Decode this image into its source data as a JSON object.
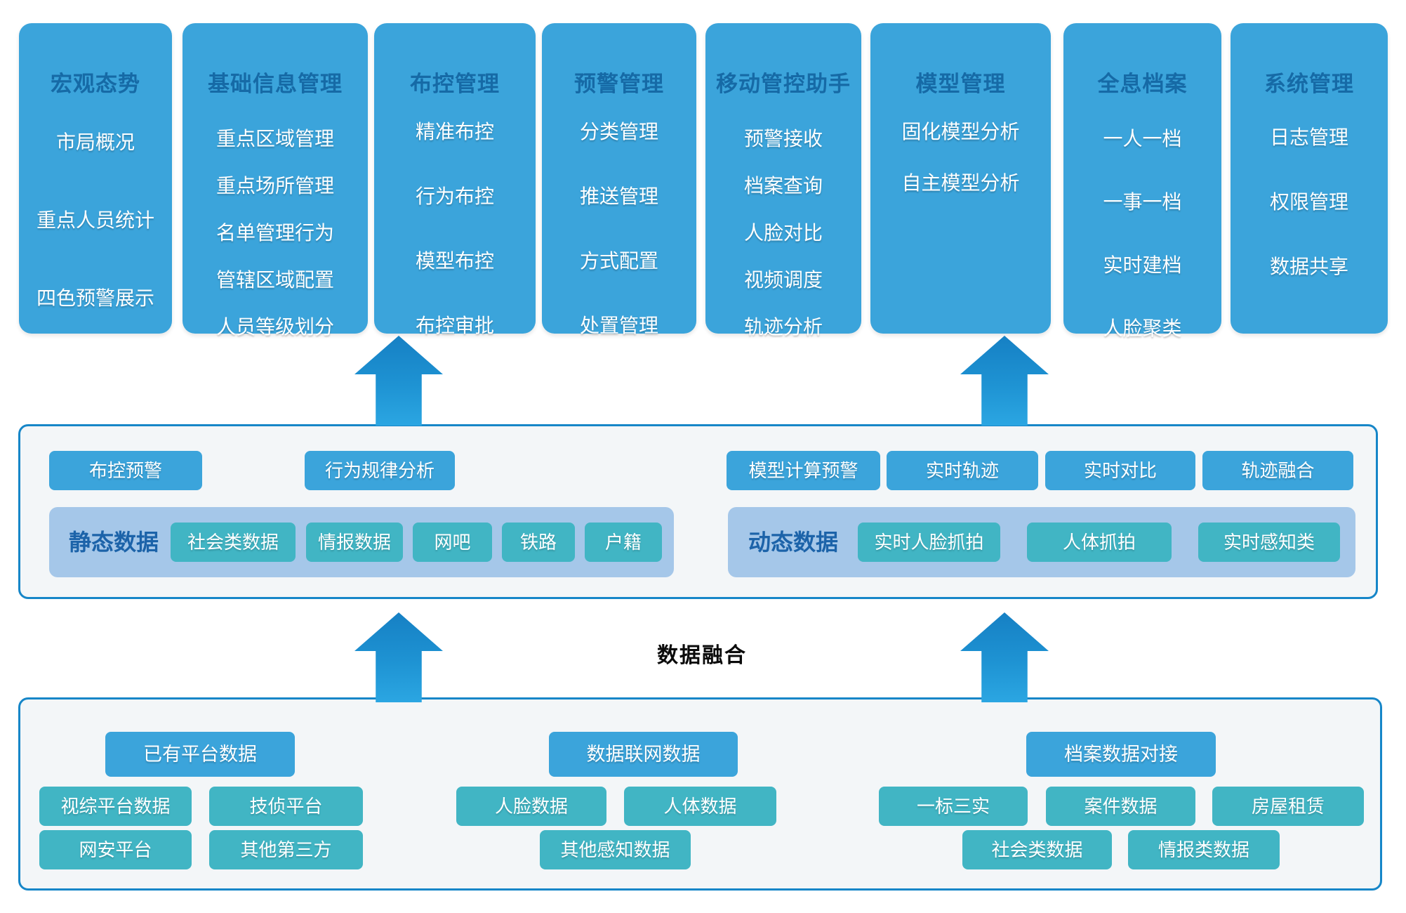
{
  "fusion_label": "数据融合",
  "palette": {
    "module_blue": "#3ba4db",
    "title_dark_blue": "#166aa6",
    "band_light_blue": "#a5c7e9",
    "band_label_blue": "#1c63a9",
    "teal": "#41b5c4",
    "panel_border_blue": "#1686c8",
    "panel_bg": "#f3f6f8",
    "arrow_blue": "#1e93d3"
  },
  "top_columns": [
    {
      "title": "宏观态势",
      "items": [
        "市局概况",
        "重点人员统计",
        "四色预警展示"
      ]
    },
    {
      "title": "基础信息管理",
      "items": [
        "重点区域管理",
        "重点场所管理",
        "名单管理行为",
        "管辖区域配置",
        "人员等级划分"
      ]
    },
    {
      "title": "布控管理",
      "items": [
        "精准布控",
        "行为布控",
        "模型布控",
        "布控审批"
      ]
    },
    {
      "title": "预警管理",
      "items": [
        "分类管理",
        "推送管理",
        "方式配置",
        "处置管理"
      ]
    },
    {
      "title": "移动管控助手",
      "items": [
        "预警接收",
        "档案查询",
        "人脸对比",
        "视频调度",
        "轨迹分析"
      ]
    },
    {
      "title": "模型管理",
      "items": [
        "固化模型分析",
        "自主模型分析"
      ]
    },
    {
      "title": "全息档案",
      "items": [
        "一人一档",
        "一事一档",
        "实时建档",
        "人脸聚类"
      ]
    },
    {
      "title": "系统管理",
      "items": [
        "日志管理",
        "权限管理",
        "数据共享"
      ]
    }
  ],
  "analysis_layer": {
    "static_group": {
      "top_buttons": [
        "布控预警",
        "行为规律分析"
      ],
      "band_label": "静态数据",
      "band_buttons": [
        "社会类数据",
        "情报数据",
        "网吧",
        "铁路",
        "户籍"
      ]
    },
    "dynamic_group": {
      "top_buttons": [
        "模型计算预警",
        "实时轨迹",
        "实时对比",
        "轨迹融合"
      ],
      "band_label": "动态数据",
      "band_buttons": [
        "实时人脸抓拍",
        "人体抓拍",
        "实时感知类"
      ]
    }
  },
  "data_layer": {
    "groups": [
      {
        "header": "已有平台数据",
        "rows": [
          [
            "视综平台数据",
            "技侦平台"
          ],
          [
            "网安平台",
            "其他第三方"
          ]
        ]
      },
      {
        "header": "数据联网数据",
        "rows": [
          [
            "人脸数据",
            "人体数据"
          ],
          [
            "其他感知数据"
          ]
        ]
      },
      {
        "header": "档案数据对接",
        "rows": [
          [
            "一标三实",
            "案件数据",
            "房屋租赁"
          ],
          [
            "社会类数据",
            "情报类数据"
          ]
        ]
      }
    ]
  }
}
